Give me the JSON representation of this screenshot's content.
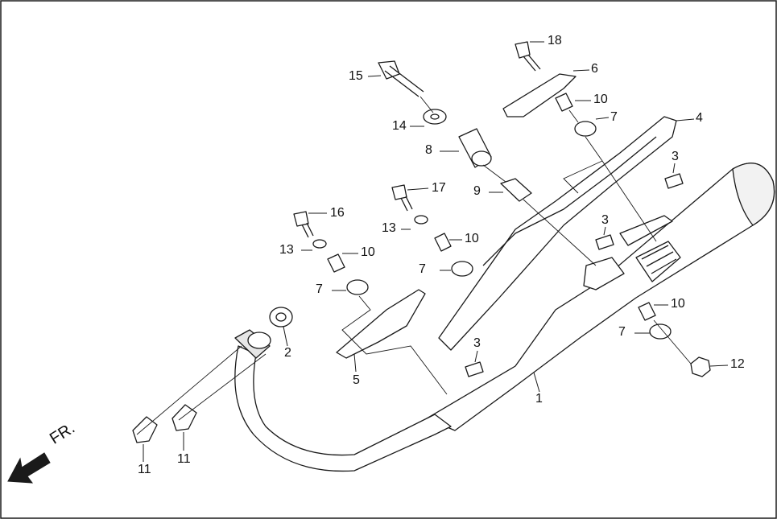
{
  "direction_label": "FR.",
  "callouts": [
    "1",
    "2",
    "3",
    "3",
    "3",
    "4",
    "5",
    "6",
    "7",
    "7",
    "7",
    "7",
    "8",
    "9",
    "10",
    "10",
    "10",
    "10",
    "11",
    "11",
    "12",
    "13",
    "13",
    "14",
    "15",
    "16",
    "17",
    "18"
  ],
  "colors": {
    "line": "#1a1a1a",
    "fill": "#ffffff",
    "shade": "#bdbdbd",
    "arrow": "#1a1a1a"
  }
}
